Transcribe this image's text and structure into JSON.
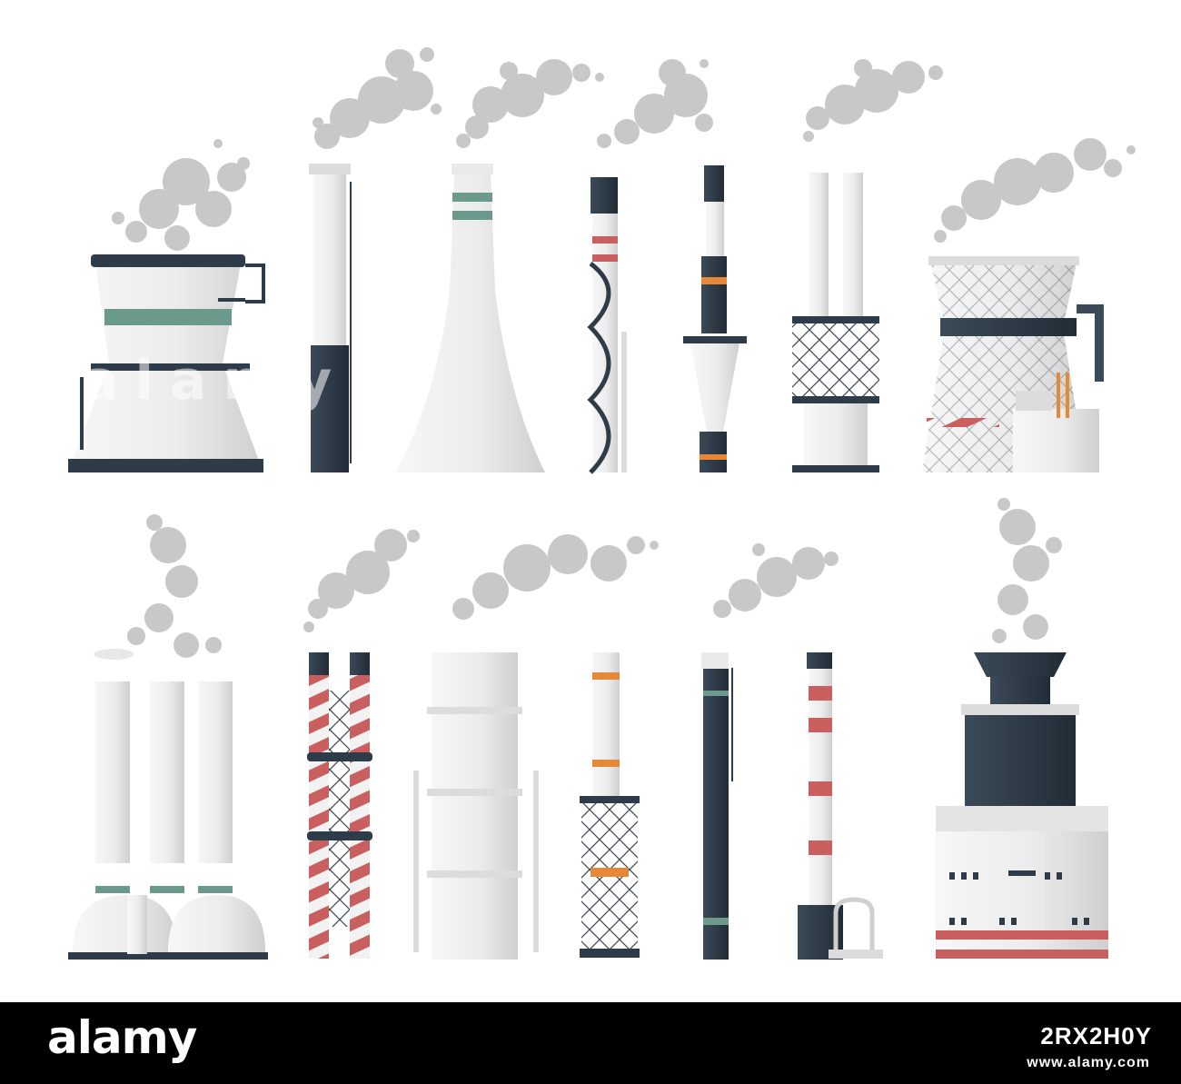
{
  "watermark": "alamy",
  "footer": {
    "logo_text": "alamy",
    "stock_id": "2RX2H0Y",
    "caption": "www.alamy.com"
  },
  "colors": {
    "smoke": "#c8c8c8",
    "smoke_dark": "#b4b4b4",
    "white_body": "#eeeeee",
    "shade": "#d4d4d4",
    "navy": "#2e3b48",
    "teal": "#6b9a8c",
    "red_stripe": "#c9605f",
    "orange": "#e6883a",
    "footer_bg": "#000000"
  },
  "illustration": {
    "subject": "Industrial smokestacks and chimneys with smoke",
    "icons": [
      "cooling-tower-icon",
      "smokestack-icon",
      "smoke-cloud-icon"
    ]
  }
}
